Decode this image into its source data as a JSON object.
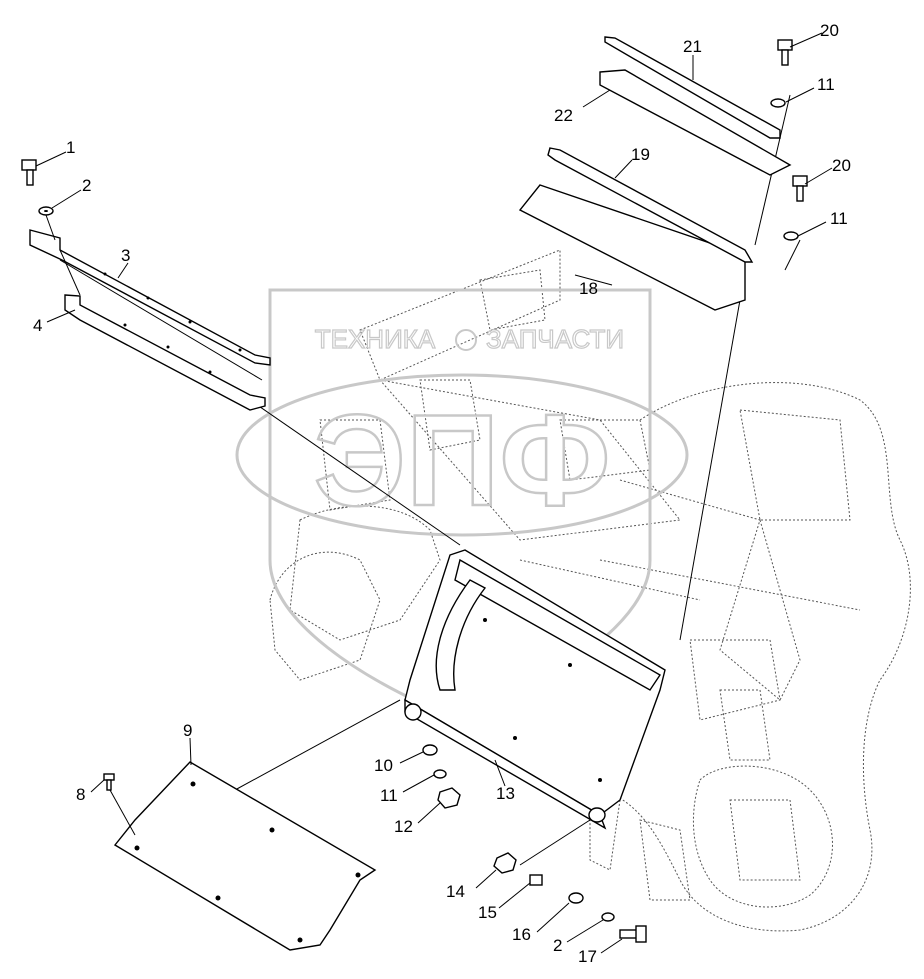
{
  "watermark": {
    "text_left": "ТЕХНИКА",
    "text_right": "ЗАПЧАСТИ",
    "logo_letters": "ЭПФ"
  },
  "callouts": [
    {
      "id": "1",
      "label": "1"
    },
    {
      "id": "2a",
      "label": "2"
    },
    {
      "id": "3",
      "label": "3"
    },
    {
      "id": "4",
      "label": "4"
    },
    {
      "id": "8",
      "label": "8"
    },
    {
      "id": "9",
      "label": "9"
    },
    {
      "id": "10",
      "label": "10"
    },
    {
      "id": "11a",
      "label": "11"
    },
    {
      "id": "12",
      "label": "12"
    },
    {
      "id": "13",
      "label": "13"
    },
    {
      "id": "14",
      "label": "14"
    },
    {
      "id": "15",
      "label": "15"
    },
    {
      "id": "16",
      "label": "16"
    },
    {
      "id": "2b",
      "label": "2"
    },
    {
      "id": "17",
      "label": "17"
    },
    {
      "id": "18",
      "label": "18"
    },
    {
      "id": "19",
      "label": "19"
    },
    {
      "id": "20a",
      "label": "20"
    },
    {
      "id": "11b",
      "label": "11"
    },
    {
      "id": "20b",
      "label": "20"
    },
    {
      "id": "11c",
      "label": "11"
    },
    {
      "id": "21",
      "label": "21"
    },
    {
      "id": "22",
      "label": "22"
    }
  ],
  "colors": {
    "line": "#000000",
    "watermark": "#c8c8c8",
    "background": "#ffffff"
  }
}
